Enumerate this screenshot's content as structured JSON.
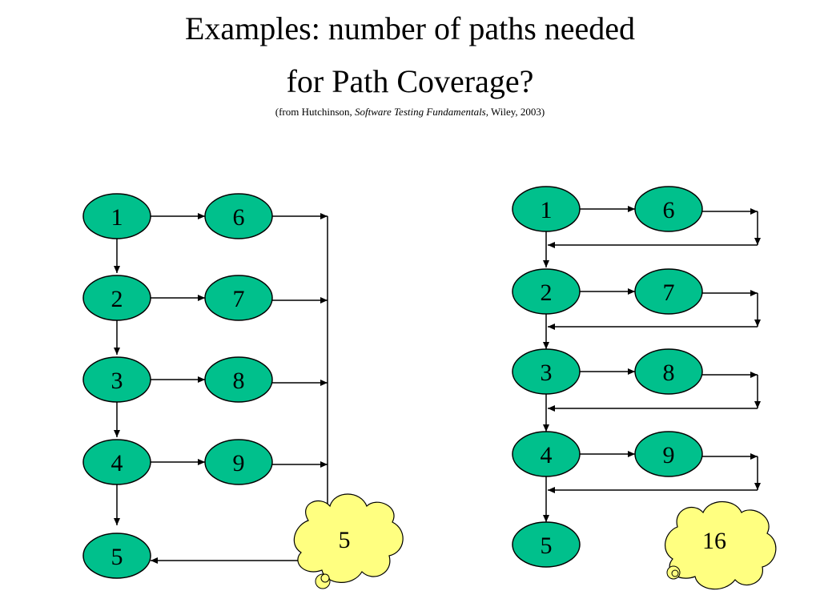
{
  "title": {
    "line1": "Examples: number of paths needed",
    "line2": "for Path Coverage?",
    "source_prefix": "(from Hutchinson, ",
    "source_book": "Software Testing Fundamentals",
    "source_suffix": ", Wiley, 2003)"
  },
  "colors": {
    "node_fill": "#00c08c",
    "cloud_fill": "#ffff80",
    "stroke": "#000000"
  },
  "left_graph": {
    "nodes": [
      "1",
      "6",
      "2",
      "7",
      "3",
      "8",
      "4",
      "9",
      "5"
    ],
    "answer": "5"
  },
  "right_graph": {
    "nodes": [
      "1",
      "6",
      "2",
      "7",
      "3",
      "8",
      "4",
      "9",
      "5"
    ],
    "answer": "16"
  }
}
